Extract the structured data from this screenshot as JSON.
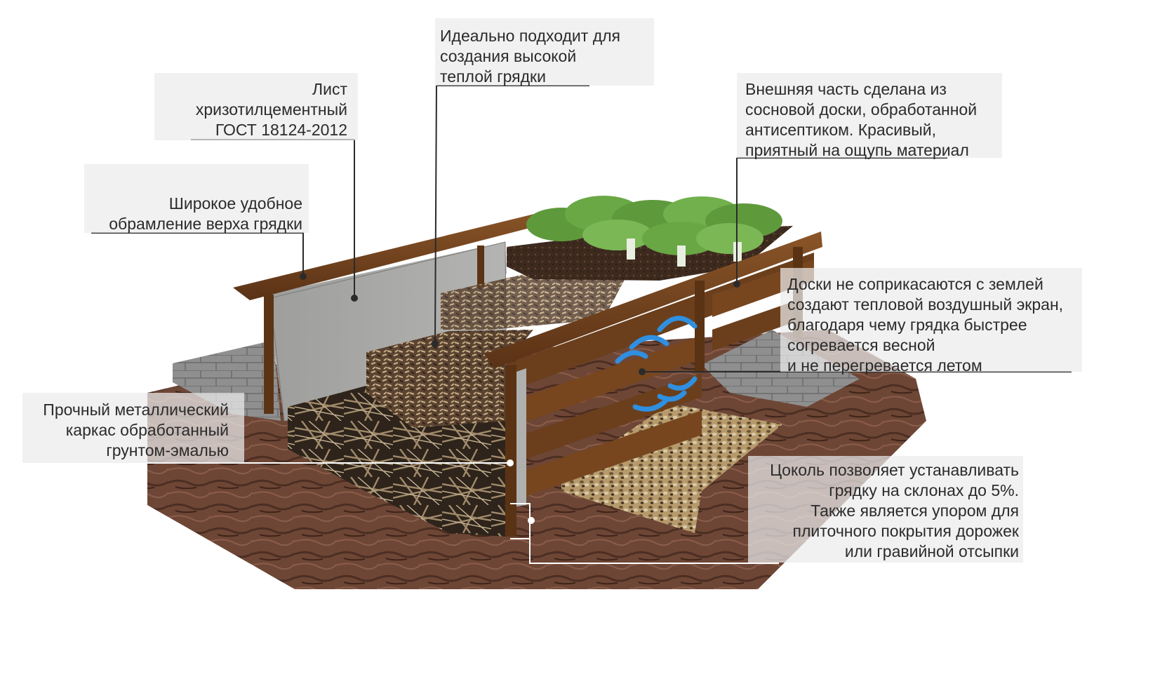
{
  "annotations": {
    "ideal": [
      "Идеально подходит для",
      "создания высокой",
      "теплой грядки"
    ],
    "sheet": [
      "Лист",
      "хризотилцементный",
      "ГОСТ 18124-2012"
    ],
    "outer": [
      "Внешняя часть сделана из",
      "сосновой доски, обработанной",
      "антисептиком. Красивый,",
      "приятный на ощупь материал"
    ],
    "frame": [
      "Широкое удобное",
      "обрамление верха грядки"
    ],
    "boards": [
      "Доски не соприкасаются с землей",
      "создают тепловой воздушный экран,",
      "благодаря чему грядка быстрее",
      "согревается весной",
      "и не перегревается летом"
    ],
    "metal": [
      "Прочный металлический",
      "каркас обработанный",
      "грунтом-эмалью"
    ],
    "plinth": [
      "Цоколь позволяет устанавливать",
      "грядку на склонах до 5%.",
      "Также является упором для",
      "плиточного покрытия дорожек",
      "или гравийной отсыпки"
    ]
  },
  "colors": {
    "soil": "#6e4636",
    "wood": "#6b3f1c",
    "sheet": "#a9a9a7",
    "paving": "#8d8d8d",
    "leaf": "#5e9a3c",
    "arrow": "#2f8fe0",
    "leader": "#2b2b2b"
  }
}
